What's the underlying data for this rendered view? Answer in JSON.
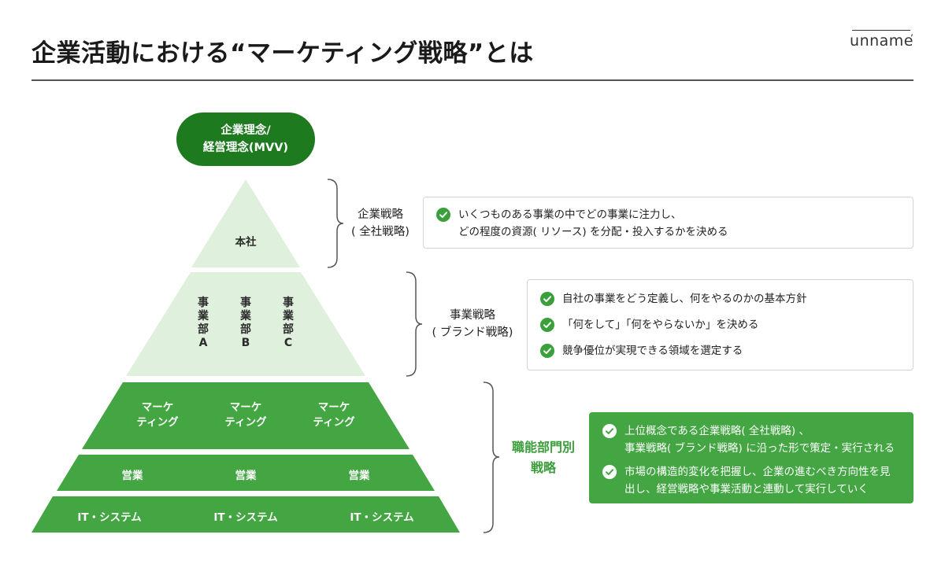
{
  "header": {
    "title": "企業活動における“マーケティング戦略”とは",
    "logo_text": "unname"
  },
  "mvv": {
    "line1": "企業理念/",
    "line2": "経営理念(MVV)"
  },
  "pyramid": {
    "top": {
      "label": "本社"
    },
    "middle": {
      "divisions": [
        {
          "chars": [
            "事",
            "業",
            "部",
            "A"
          ]
        },
        {
          "chars": [
            "事",
            "業",
            "部",
            "B"
          ]
        },
        {
          "chars": [
            "事",
            "業",
            "部",
            "C"
          ]
        }
      ]
    },
    "marketing": {
      "line1": "マーケ",
      "line2": "ティング"
    },
    "sales": "営業",
    "it": "IT・システム"
  },
  "strategies": {
    "corporate": {
      "line1": "企業戦略",
      "line2": "( 全社戦略)",
      "items": [
        {
          "lines": [
            "いくつものある事業の中でどの事業に注力し、",
            "どの程度の資源( リソース) を分配・投入するかを決める"
          ]
        }
      ]
    },
    "business": {
      "line1": "事業戦略",
      "line2": "( ブランド戦略)",
      "items": [
        {
          "lines": [
            "自社の事業をどう定義し、何をやるのかの基本方針"
          ]
        },
        {
          "lines": [
            "「何をして」「何をやらないか」を決める"
          ]
        },
        {
          "lines": [
            "競争優位が実現できる領域を選定する"
          ]
        }
      ]
    },
    "functional": {
      "line1": "職能部門別",
      "line2": "戦略",
      "items": [
        {
          "lines": [
            "上位概念である企業戦略( 全社戦略) 、",
            "事業戦略( ブランド戦略) に沿った形で策定・実行される"
          ]
        },
        {
          "lines": [
            "市場の構造的変化を把握し、企業の進むべき方向性を見",
            "出し、経営戦略や事業活動と連動して実行していく"
          ]
        }
      ]
    }
  },
  "colors": {
    "dark_green": "#1e7a1e",
    "green": "#43a643",
    "light_green": "#dff0dc",
    "check_green": "#3aa03a",
    "bracket": "#555555"
  }
}
